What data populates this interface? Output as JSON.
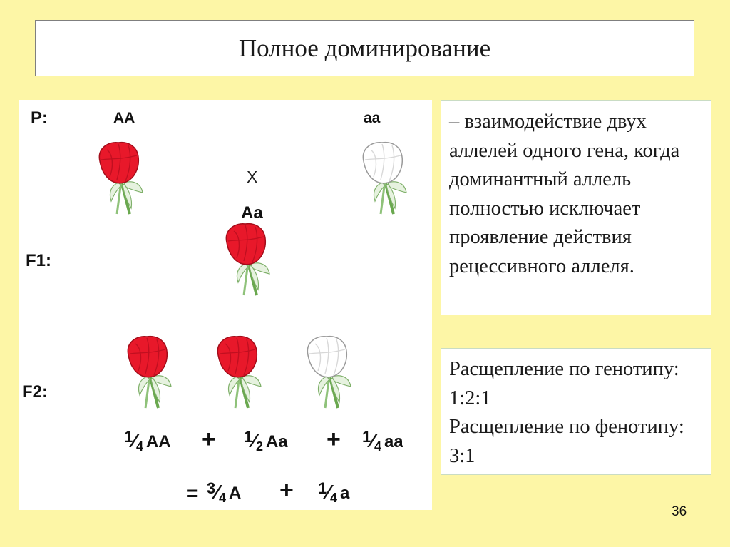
{
  "title": "Полное доминирование",
  "diagram": {
    "label_p": "P:",
    "label_f1": "F1:",
    "label_f2": "F2:",
    "parent_left_genotype": "AA",
    "parent_right_genotype": "aa",
    "cross_sign": "X",
    "f1_genotype": "Aa",
    "f2_terms": [
      {
        "num": "1",
        "den": "4",
        "genotype": "AA"
      },
      {
        "num": "1",
        "den": "2",
        "genotype": "Aa"
      },
      {
        "num": "1",
        "den": "4",
        "genotype": "aa"
      }
    ],
    "result_terms": [
      {
        "num": "3",
        "den": "4",
        "genotype": "A"
      },
      {
        "num": "1",
        "den": "4",
        "genotype": "a"
      }
    ],
    "plus": "+",
    "equals": "=",
    "flowers": {
      "parent_left": "red",
      "parent_right": "white",
      "f1": "red",
      "f2": [
        "red",
        "red",
        "white"
      ]
    }
  },
  "definition": {
    "text": "– взаимодействие двух аллелей одного гена, когда доминантный аллель полностью исключает проявление действия рецессивного аллеля."
  },
  "splitting": {
    "line1": "Расщепление по генотипу: 1:2:1",
    "line2": "Расщепление по фенотипу: 3:1"
  },
  "slide_number": "36",
  "colors": {
    "background": "#fdf6a6",
    "petal_red": "#e8182a",
    "petal_white": "#ffffff",
    "stem": "#6aa84f"
  }
}
